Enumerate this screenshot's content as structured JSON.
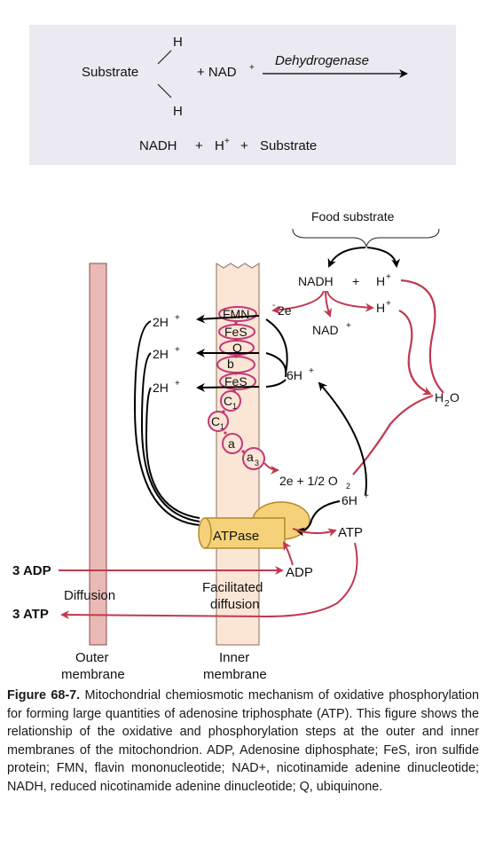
{
  "equation": {
    "h_top": "H",
    "h_bottom": "H",
    "substrate": "Substrate",
    "nad_plus": "+ NAD",
    "plus_sup": "+",
    "enzyme": "Dehydrogenase",
    "products_nadh": "NADH",
    "products_plus1": "+",
    "products_h": "H",
    "products_plus2": "+",
    "products_substrate": "Substrate"
  },
  "diagram": {
    "food_substrate": "Food substrate",
    "nadh": "NADH",
    "plus": "+",
    "h": "H",
    "sup_plus": "+",
    "nad": "NAD",
    "h2o_h": "H",
    "h2o_2": "2",
    "h2o_o": "O",
    "two_h_1": "2H",
    "two_h_2": "2H",
    "two_h_3": "2H",
    "minus_2e": "2e",
    "minus_sign": "-",
    "six_h_a": "6H",
    "six_h_b": "6H",
    "fmn": "FMN",
    "fes1": "FeS",
    "q": "Q",
    "b": "b",
    "fes2": "FeS",
    "c1a_c": "C",
    "c1a_sub": "1",
    "c1b_c": "C",
    "c1b_sub": "1",
    "a": "a",
    "a3_a": "a",
    "a3_sub": "3",
    "two_e_o2": "2e + 1/2 O",
    "o2_sub": "2",
    "atpase": "ATPase",
    "atp": "ATP",
    "adp": "ADP",
    "three_adp": "3 ADP",
    "three_atp": "3 ATP",
    "diffusion": "Diffusion",
    "facilitated_1": "Facilitated",
    "facilitated_2": "diffusion",
    "outer_1": "Outer",
    "outer_2": "membrane",
    "inner_1": "Inner",
    "inner_2": "membrane"
  },
  "caption": {
    "label": "Figure 68-7.",
    "text": "Mitochondrial chemiosmotic mechanism of oxidative phosphorylation for forming large quantities of adenosine triphosphate (ATP). This figure shows the relationship of the oxidative and phosphorylation steps at the outer and inner membranes of the mitochondrion. ADP, Adenosine diphosphate; FeS, iron sulfide protein; FMN, flavin mononucleotide; NAD+, nicotinamide adenine dinucleotide; NADH, reduced nicotinamide adenine dinucleotide; Q, ubiquinone."
  },
  "colors": {
    "red_arrow": "#c0394f",
    "membrane_outer": "#e8b9b5",
    "membrane_inner": "#fbe6d6",
    "atpase_fill": "#f5d27a",
    "eq_box": "#ebeaf2"
  }
}
